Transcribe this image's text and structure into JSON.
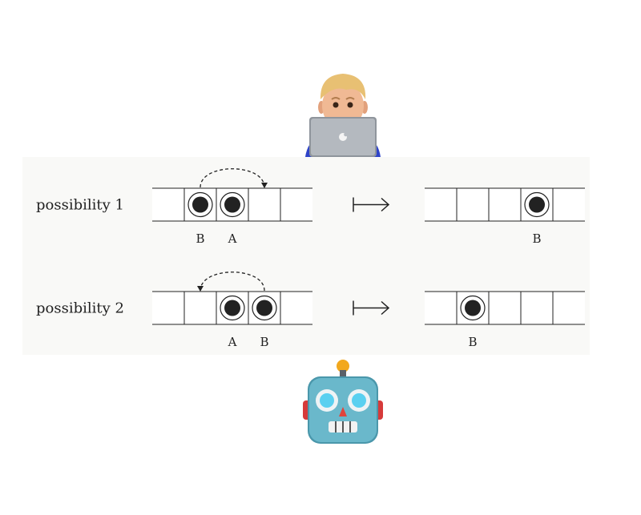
{
  "rows": [
    {
      "label": "possibility 1",
      "before": {
        "cells": 5,
        "marbles": [
          {
            "cell": 1,
            "name": "B"
          },
          {
            "cell": 2,
            "name": "A"
          }
        ],
        "jump": {
          "from": 1,
          "to": 3
        }
      },
      "after": {
        "cells": 5,
        "marbles": [
          {
            "cell": 3,
            "name": "B"
          }
        ]
      }
    },
    {
      "label": "possibility 2",
      "before": {
        "cells": 5,
        "marbles": [
          {
            "cell": 2,
            "name": "A"
          },
          {
            "cell": 3,
            "name": "B"
          }
        ],
        "jump": {
          "from": 3,
          "to": 1
        }
      },
      "after": {
        "cells": 5,
        "marbles": [
          {
            "cell": 1,
            "name": "B"
          }
        ]
      }
    }
  ],
  "colors": {
    "ink": "#222222",
    "panel": "#f9f9f7"
  },
  "icons": {
    "top": "person-with-laptop-icon",
    "bottom": "robot-icon"
  }
}
